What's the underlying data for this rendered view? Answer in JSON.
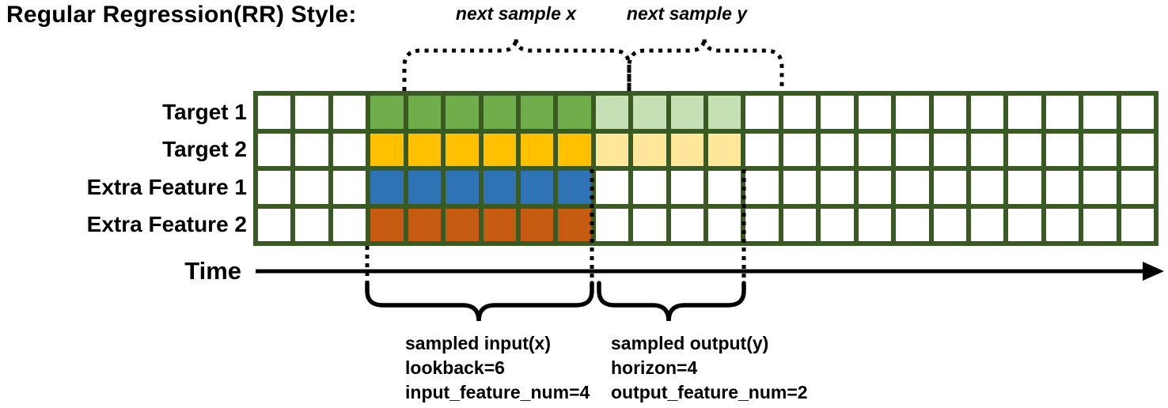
{
  "title": "Regular Regression(RR) Style:",
  "colors": {
    "grid_line": "#395A23",
    "empty_cell": "#FFFFFF",
    "text": "#000000",
    "input_row_colors": [
      "#6FAD4B",
      "#FFC000",
      "#2E74B5",
      "#C55A11"
    ],
    "output_row_colors": [
      "#C5E0B4",
      "#FFE699",
      null,
      null
    ]
  },
  "grid": {
    "columns": 24,
    "lead_empty": 3,
    "lookback": 6,
    "horizon": 4,
    "rows": [
      {
        "label": "Target 1",
        "input_color": "#6FAD4B",
        "output_color": "#C5E0B4"
      },
      {
        "label": "Target 2",
        "input_color": "#FFC000",
        "output_color": "#FFE699"
      },
      {
        "label": "Extra Feature 1",
        "input_color": "#2E74B5",
        "output_color": null
      },
      {
        "label": "Extra Feature 2",
        "input_color": "#C55A11",
        "output_color": null
      }
    ]
  },
  "time_axis": {
    "label": "Time"
  },
  "annotations": {
    "next_sample_x": "next sample x",
    "next_sample_y": "next sample y",
    "input_block": {
      "lines": [
        "sampled input(x)",
        "lookback=6",
        "input_feature_num=4"
      ]
    },
    "output_block": {
      "lines": [
        "sampled output(y)",
        "horizon=4",
        "output_feature_num=2"
      ]
    }
  }
}
